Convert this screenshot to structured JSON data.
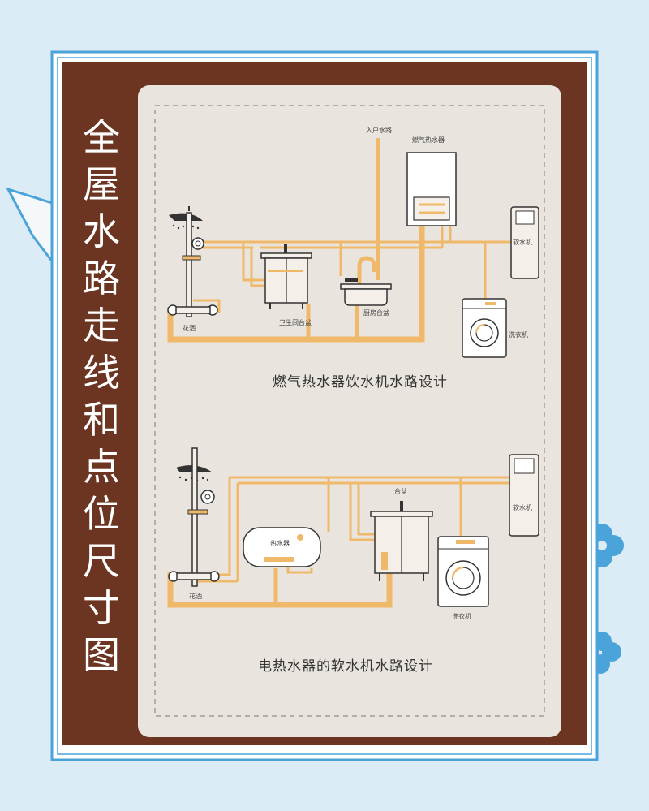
{
  "title": "全屋水路走线和点位尺寸图",
  "colors": {
    "background": "#dcecf7",
    "frame_blue": "#4aa3d9",
    "frame_brown": "#6b3522",
    "panel": "#e9e5de",
    "pipe": "#f0b96a",
    "outline": "#3a3a3a"
  },
  "diagram1": {
    "caption": "燃气热水器饮水机水路设计",
    "labels": {
      "inlet": "入户水路",
      "gas_heater": "燃气热水器",
      "shower": "花洒",
      "bathroom_basin": "卫生间台盆",
      "kitchen_basin": "厨房台盆",
      "softener": "软水机",
      "washer": "洗衣机"
    }
  },
  "diagram2": {
    "caption": "电热水器的软水机水路设计",
    "labels": {
      "basin": "台盆",
      "electric_heater": "热水器",
      "shower": "花洒",
      "softener": "软水机",
      "washer": "洗衣机"
    }
  }
}
